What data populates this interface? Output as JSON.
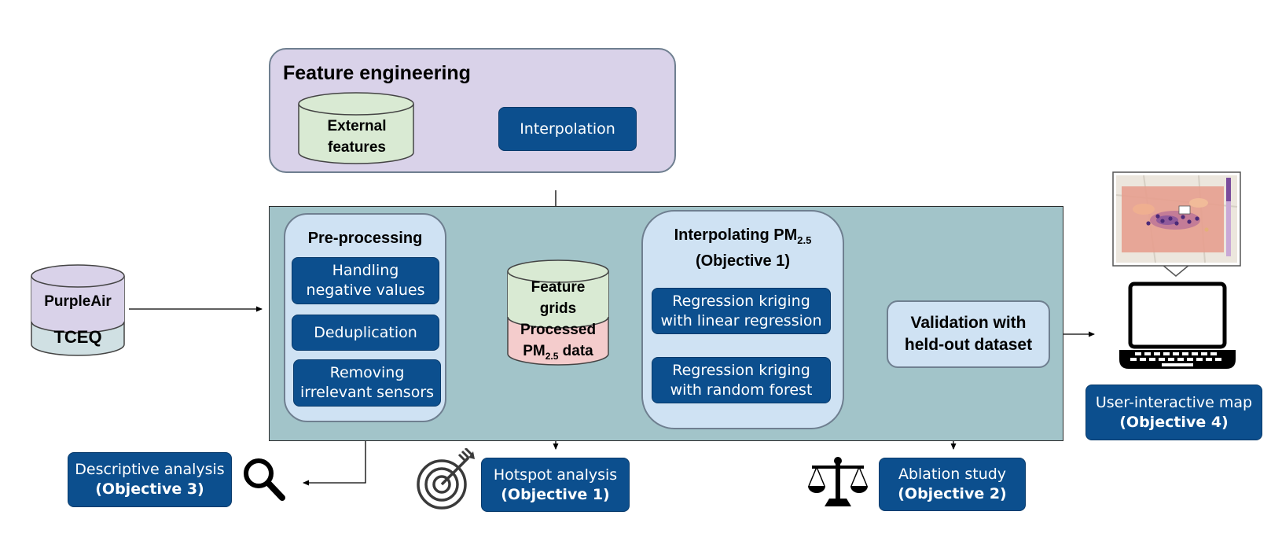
{
  "feature_engineering": {
    "title": "Feature engineering",
    "external_features": [
      "External",
      "features"
    ],
    "interpolation": "Interpolation"
  },
  "sources": {
    "purpleair": "PurpleAir",
    "tceq": "TCEQ"
  },
  "preprocessing": {
    "title": "Pre-processing",
    "steps": [
      [
        "Handling",
        "negative values"
      ],
      [
        "Deduplication"
      ],
      [
        "Removing",
        "irrelevant sensors"
      ]
    ]
  },
  "data_store": {
    "feature_grids": [
      "Feature",
      "grids"
    ],
    "processed_top": "Processed",
    "processed_pm": "PM",
    "processed_sub": "2.5",
    "processed_rest": " data"
  },
  "interpolating": {
    "title_main": "Interpolating PM",
    "title_sub": "2.5",
    "objective": "(Objective 1)",
    "methods": [
      [
        "Regression kriging",
        "with linear regression"
      ],
      [
        "Regression kriging",
        "with random forest"
      ]
    ]
  },
  "validation": [
    "Validation with",
    "held-out dataset"
  ],
  "outputs": {
    "user_map": {
      "label": "User-interactive map",
      "objective": "(Objective 4)"
    },
    "descriptive": {
      "label": "Descriptive analysis",
      "objective": "(Objective 3)"
    },
    "hotspot": {
      "label": "Hotspot analysis",
      "objective": "(Objective 1)"
    },
    "ablation": {
      "label": "Ablation study",
      "objective": "(Objective 2)"
    }
  },
  "colors": {
    "feature_panel": "#d9d2e9",
    "pipeline_panel": "#a2c4c9",
    "light_box": "#cfe2f3",
    "dark_box": "#0c4f8e",
    "green_cyl": "#d9ead3",
    "pink_cyl": "#f4cccc",
    "purple_cyl": "#d9d2e9",
    "teal_cyl": "#d0e0e3"
  }
}
